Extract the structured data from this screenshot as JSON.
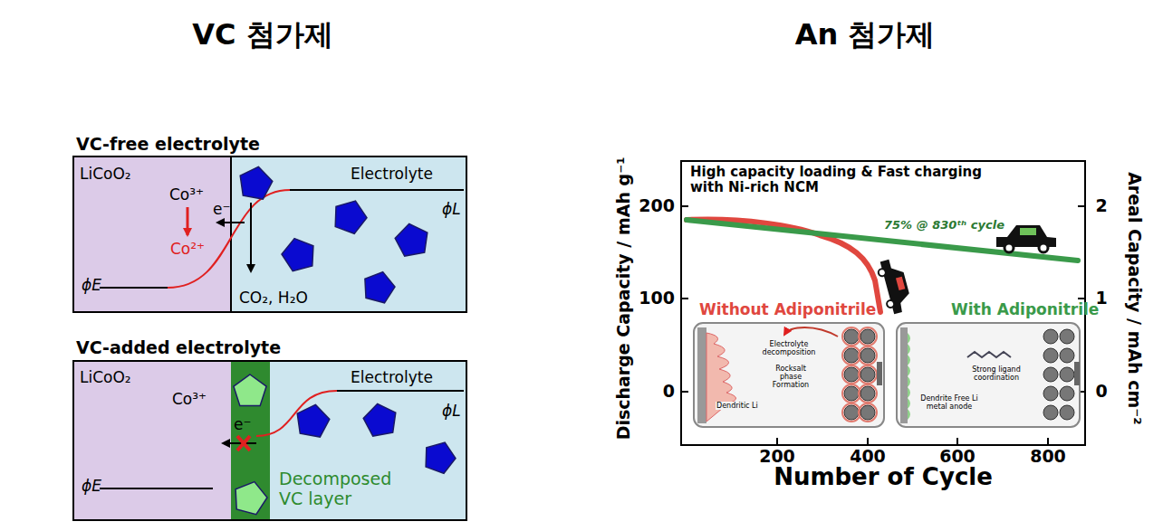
{
  "diagram": {
    "nodes": [
      {
        "text": [
          "VC-free electrolyte"
        ]
      },
      {
        "text": [
          "LiCoO₂",
          "Co³⁺",
          "Co²⁺",
          "ϕE"
        ],
        "in": 0
      },
      {
        "text": [
          "Electrolyte",
          "ϕL",
          "CO₂, H₂O"
        ],
        "in": 0
      },
      {
        "text": [
          "VC-added electrolyte"
        ]
      },
      {
        "text": [
          "LiCoO₂",
          "Co³⁺",
          "ϕE"
        ],
        "in": 3
      },
      {
        "text": [
          "Decomposed VC layer"
        ],
        "in": 3
      },
      {
        "text": [
          "Electrolyte",
          "ϕL"
        ],
        "in": 3
      },
      {
        "text": [
          "High capacity loading & Fast charging with Ni-rich NCM"
        ]
      },
      {
        "text": [
          "Electrolyte decomposition",
          "Rocksalt phase Formation",
          "Dendritic Li"
        ],
        "in": 7
      },
      {
        "text": [
          "Strong ligand coordination",
          "Dendrite Free Li metal anode"
        ],
        "in": 7
      }
    ],
    "labels": [
      "VC 첨가제",
      "An 첨가제",
      "e⁻",
      "e⁻",
      "Discharge Capacity / mAh g⁻¹",
      "Areal Capacity / mAh cm⁻²",
      "Number of Cycle",
      "200",
      "100",
      "0",
      "2",
      "1",
      "0",
      "200",
      "400",
      "600",
      "800",
      "75% @ 830ᵗʰ cycle",
      "Without Adiponitrile",
      "With Adiponitrile"
    ]
  }
}
